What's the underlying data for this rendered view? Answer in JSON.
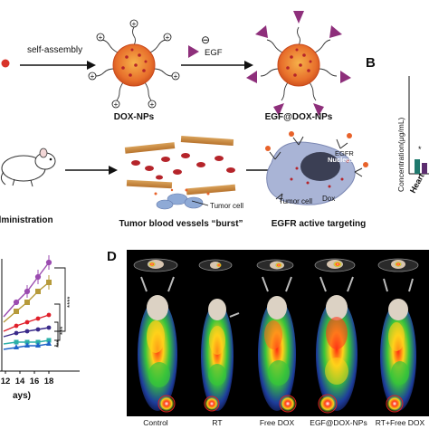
{
  "panels": {
    "a": {
      "self_assembly_label": "self-assembly",
      "egf_label": "EGF",
      "minus_sign": "⊖",
      "dox_nps_label": "DOX-NPs",
      "egf_dox_nps_label": "EGF@DOX-NPs",
      "administration_label": "Administration",
      "tumor_cell_label": "Tumor cell",
      "burst_caption": "Tumor blood vessels “burst”",
      "nucleus_label": "Nucleus",
      "egfr_label": "EGFR",
      "dox_label": "Dox",
      "tumor_cell_right_label": "Tumor cell",
      "targeting_caption": "EGFR active targeting"
    },
    "b": {
      "letter": "B",
      "ylabel": "Concentration(μg/mL)",
      "category_label": "Heart",
      "significance": "*"
    },
    "c": {
      "x_ticks": [
        "12",
        "14",
        "16",
        "18"
      ],
      "xlabel_fragment": "ays)",
      "sig_marks": [
        "****",
        "***",
        "***"
      ]
    },
    "d": {
      "letter": "D",
      "groups": [
        "Control",
        "RT",
        "Free DOX",
        "EGF@DOX-NPs",
        "RT+Free DOX"
      ]
    }
  },
  "colors": {
    "nanoparticle": "#e8622a",
    "nanoparticle_core": "#f1a23b",
    "egf": "#8e2f7b",
    "cell": "#a9b4d6",
    "nucleus": "#3b3f54",
    "vessel": "#c8833a",
    "rbc": "#b5242a",
    "petct_bg": "#000000"
  }
}
